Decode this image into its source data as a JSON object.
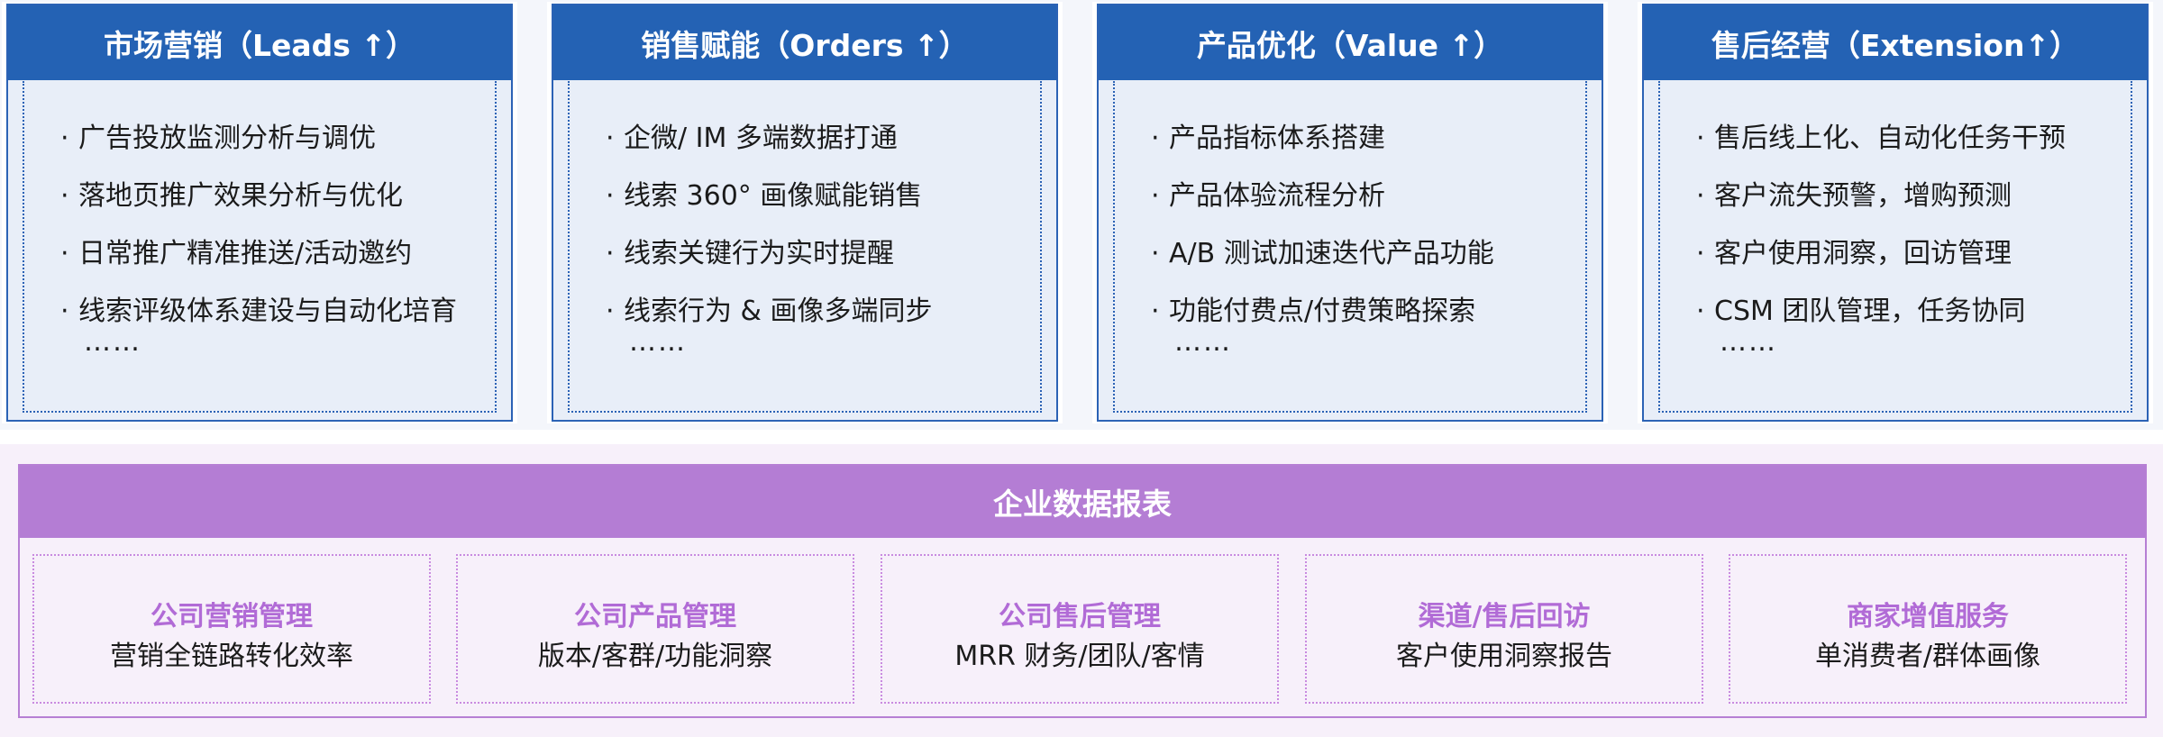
{
  "columns": [
    {
      "title": "市场营销（Leads ↑）",
      "items": [
        "广告投放监测分析与调优",
        "落地页推广效果分析与优化",
        "日常推广精准推送/活动邀约",
        "线索评级体系建设与自动化培育"
      ],
      "more": "……"
    },
    {
      "title": "销售赋能（Orders ↑）",
      "items": [
        "企微/ IM 多端数据打通",
        "线索 360° 画像赋能销售",
        "线索关键行为实时提醒",
        "线索行为 & 画像多端同步"
      ],
      "more": "……"
    },
    {
      "title": "产品优化（Value ↑）",
      "items": [
        "产品指标体系搭建",
        "产品体验流程分析",
        "A/B 测试加速迭代产品功能",
        "功能付费点/付费策略探索"
      ],
      "more": "……"
    },
    {
      "title": "售后经营（Extension↑）",
      "items": [
        "售后线上化、自动化任务干预",
        "客户流失预警，增购预测",
        "客户使用洞察，回访管理",
        "CSM 团队管理，任务协同"
      ],
      "more": "……"
    }
  ],
  "bullet": "·",
  "report": {
    "title": "企业数据报表",
    "cards": [
      {
        "title": "公司营销管理",
        "subtitle": "营销全链路转化效率"
      },
      {
        "title": "公司产品管理",
        "subtitle": "版本/客群/功能洞察"
      },
      {
        "title": "公司售后管理",
        "subtitle": "MRR 财务/团队/客情"
      },
      {
        "title": "渠道/售后回访",
        "subtitle": "客户使用洞察报告"
      },
      {
        "title": "商家增值服务",
        "subtitle": "单消费者/群体画像"
      }
    ]
  },
  "colors": {
    "blue_header": "#2462b4",
    "blue_panel": "#e8eef8",
    "purple_header": "#b47dd4",
    "purple_title": "#b16bd6",
    "purple_panel": "#f7f0fa"
  }
}
